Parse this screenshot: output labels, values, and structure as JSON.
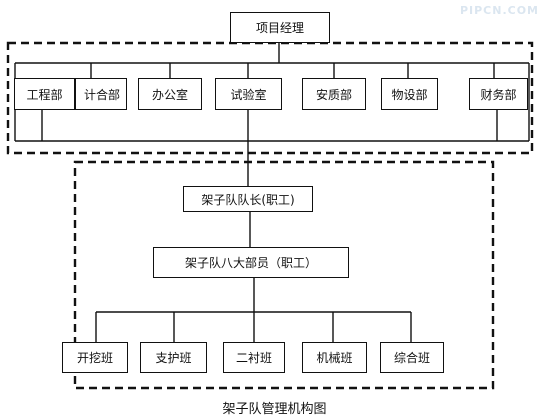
{
  "diagram": {
    "watermark": "PIPCN.COM",
    "top": {
      "label": "项目经理"
    },
    "departments": [
      "工程部",
      "计合部",
      "办公室",
      "试验室",
      "安质部",
      "物设部",
      "财务部"
    ],
    "team_leader": {
      "label": "架子队队长(职工)"
    },
    "team_staff": {
      "label": "架子队八大部员（职工）"
    },
    "crews": [
      "开挖班",
      "支护班",
      "二衬班",
      "机械班",
      "综合班"
    ],
    "caption": "架子队管理机构图"
  }
}
